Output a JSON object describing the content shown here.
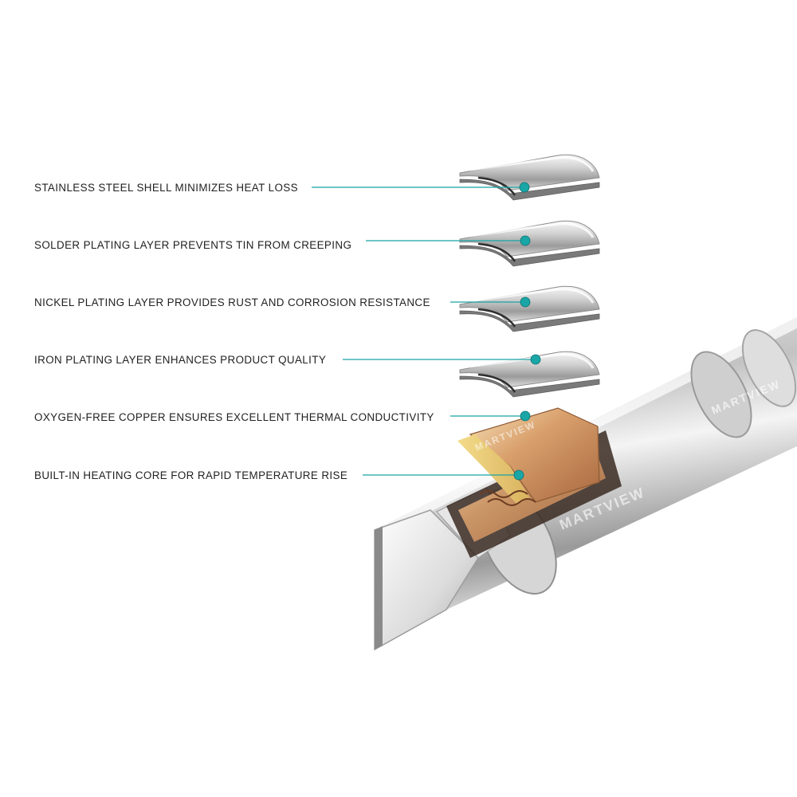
{
  "brand": {
    "watermark": "MARTVIEW"
  },
  "colors": {
    "leader": "#1ba3a3",
    "dot": "#1aa6a6",
    "steel_light": "#f2f2f2",
    "steel_mid": "#b9b9b9",
    "steel_dark": "#6e6e6e",
    "copper": "#c98d55",
    "brass": "#e8c870"
  },
  "labels": [
    {
      "id": "stainless-steel",
      "text": "STAINLESS STEEL SHELL MINIMIZES HEAT LOSS",
      "icon": "steel-shell-layer"
    },
    {
      "id": "solder-plating",
      "text": "SOLDER PLATING LAYER PREVENTS TIN FROM CREEPING",
      "icon": "solder-layer"
    },
    {
      "id": "nickel-plating",
      "text": "NICKEL PLATING LAYER PROVIDES RUST AND CORROSION RESISTANCE",
      "icon": "nickel-layer"
    },
    {
      "id": "iron-plating",
      "text": "IRON PLATING LAYER ENHANCES PRODUCT QUALITY",
      "icon": "iron-layer"
    },
    {
      "id": "copper-core",
      "text": "OXYGEN-FREE COPPER ENSURES EXCELLENT THERMAL CONDUCTIVITY",
      "icon": "copper-layer"
    },
    {
      "id": "heating-core",
      "text": "BUILT-IN HEATING CORE FOR RAPID TEMPERATURE RISE",
      "icon": "heating-core"
    }
  ]
}
